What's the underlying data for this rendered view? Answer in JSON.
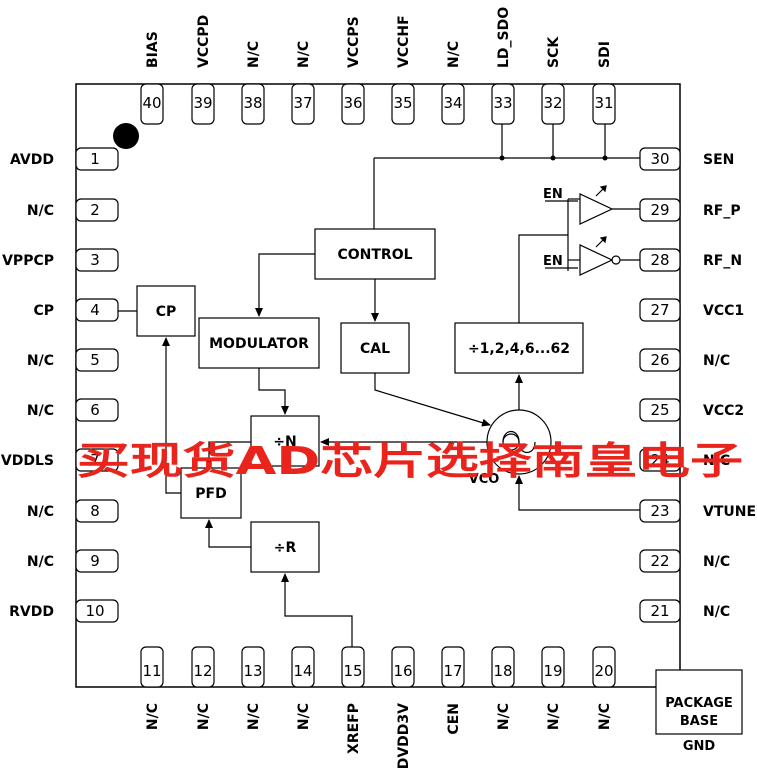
{
  "pins": {
    "top": [
      {
        "num": "40",
        "name": "BIAS"
      },
      {
        "num": "39",
        "name": "VCCPD"
      },
      {
        "num": "38",
        "name": "N/C"
      },
      {
        "num": "37",
        "name": "N/C"
      },
      {
        "num": "36",
        "name": "VCCPS"
      },
      {
        "num": "35",
        "name": "VCCHF"
      },
      {
        "num": "34",
        "name": "N/C"
      },
      {
        "num": "33",
        "name": "LD_SDO"
      },
      {
        "num": "32",
        "name": "SCK"
      },
      {
        "num": "31",
        "name": "SDI"
      }
    ],
    "left": [
      {
        "num": "1",
        "name": "AVDD"
      },
      {
        "num": "2",
        "name": "N/C"
      },
      {
        "num": "3",
        "name": "VPPCP"
      },
      {
        "num": "4",
        "name": "CP"
      },
      {
        "num": "5",
        "name": "N/C"
      },
      {
        "num": "6",
        "name": "N/C"
      },
      {
        "num": "7",
        "name": "VDDLS"
      },
      {
        "num": "8",
        "name": "N/C"
      },
      {
        "num": "9",
        "name": "N/C"
      },
      {
        "num": "10",
        "name": "RVDD"
      }
    ],
    "right": [
      {
        "num": "30",
        "name": "SEN"
      },
      {
        "num": "29",
        "name": "RF_P"
      },
      {
        "num": "28",
        "name": "RF_N"
      },
      {
        "num": "27",
        "name": "VCC1"
      },
      {
        "num": "26",
        "name": "N/C"
      },
      {
        "num": "25",
        "name": "VCC2"
      },
      {
        "num": "24",
        "name": "N/C"
      },
      {
        "num": "23",
        "name": "VTUNE"
      },
      {
        "num": "22",
        "name": "N/C"
      },
      {
        "num": "21",
        "name": "N/C"
      }
    ],
    "bottom": [
      {
        "num": "11",
        "name": "N/C"
      },
      {
        "num": "12",
        "name": "N/C"
      },
      {
        "num": "13",
        "name": "N/C"
      },
      {
        "num": "14",
        "name": "N/C"
      },
      {
        "num": "15",
        "name": "XREFP"
      },
      {
        "num": "16",
        "name": "DVDD3V"
      },
      {
        "num": "17",
        "name": "CEN"
      },
      {
        "num": "18",
        "name": "N/C"
      },
      {
        "num": "19",
        "name": "N/C"
      },
      {
        "num": "20",
        "name": "N/C"
      }
    ]
  },
  "blocks": {
    "control": "CONTROL",
    "modulator": "MODULATOR",
    "cal": "CAL",
    "cp": "CP",
    "div_n": "÷N",
    "pfd": "PFD",
    "div_r": "÷R",
    "out_div": "÷1,2,4,6...62",
    "vco": "VCO"
  },
  "enable_labels": {
    "en_p": "EN",
    "en_n": "EN"
  },
  "package": {
    "base_line1": "PACKAGE",
    "base_line2": "BASE",
    "gnd": "GND"
  },
  "watermark": "买现货AD芯片选择南皇电子",
  "colors": {
    "watermark": "#e8241c",
    "ink": "#000000"
  }
}
